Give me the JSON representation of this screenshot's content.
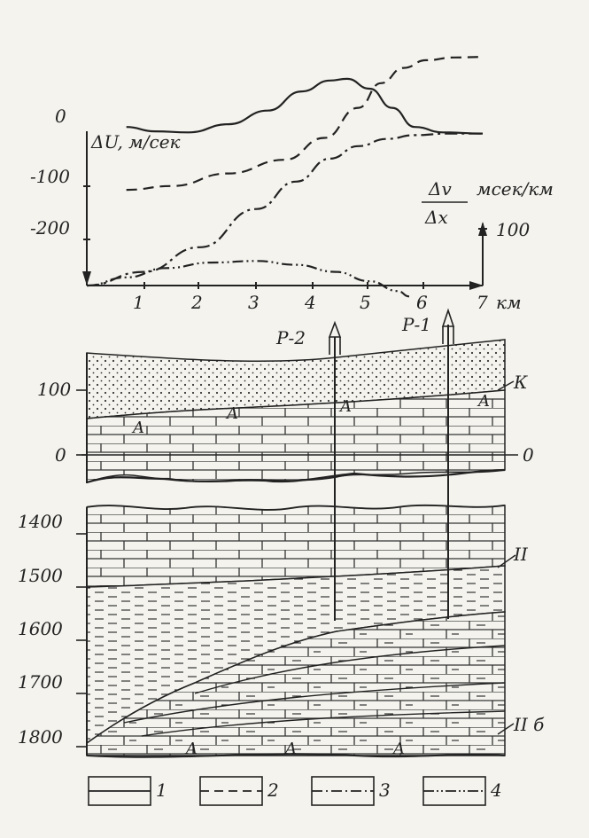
{
  "top_chart": {
    "ylabel": "ΔU, м/сек",
    "y_ticks": [
      "0",
      "-100",
      "-200"
    ],
    "x_ticks": [
      "1",
      "2",
      "3",
      "4",
      "5",
      "6",
      "7"
    ],
    "x_unit": "км",
    "right_axis_label_num": "Δv",
    "right_axis_label_den": "Δx",
    "right_axis_unit": "мсек/км",
    "right_axis_tick": "100"
  },
  "chart_data": {
    "type": "line",
    "xlabel": "км",
    "ylabel": "ΔU, м/сек",
    "xlim": [
      0,
      7
    ],
    "series": [
      {
        "name": "1",
        "x": [
          0.7,
          1.2,
          1.8,
          2.5,
          3.2,
          3.8,
          4.3,
          4.6,
          5.0,
          5.4,
          5.8,
          6.3,
          7.0
        ],
        "y": [
          -10,
          -18,
          -20,
          -5,
          20,
          55,
          75,
          78,
          60,
          25,
          -10,
          -20,
          -22
        ]
      },
      {
        "name": "2",
        "x": [
          0.7,
          1.5,
          2.5,
          3.5,
          4.2,
          4.8,
          5.2,
          5.6,
          6.0,
          6.5,
          7.0
        ],
        "y": [
          -125,
          -118,
          -95,
          -70,
          -30,
          25,
          70,
          98,
          112,
          117,
          118
        ]
      },
      {
        "name": "3",
        "x": [
          0,
          1.0,
          2.0,
          3.0,
          3.7,
          4.3,
          4.8,
          5.3,
          5.8,
          6.4,
          7.0
        ],
        "y": [
          -300,
          -275,
          -230,
          -160,
          -110,
          -68,
          -45,
          -32,
          -25,
          -22,
          -22
        ]
      },
      {
        "name": "4",
        "x": [
          0,
          0.7,
          1.4,
          2.2,
          3.0,
          3.7,
          4.4,
          5.0,
          5.5,
          5.7
        ],
        "y": [
          -300,
          -285,
          -268,
          -258,
          -255,
          -262,
          -275,
          -292,
          -310,
          -320
        ]
      }
    ]
  },
  "section": {
    "depth_ticks_upper": [
      "100",
      "0"
    ],
    "depth_ticks_lower": [
      "1400",
      "1500",
      "1600",
      "1700",
      "1800"
    ],
    "wells": [
      "Р-2",
      "Р-1"
    ],
    "horizons": [
      "К",
      "0",
      "II",
      "II б"
    ],
    "anhydrite_mark": "A"
  },
  "legend": {
    "items": [
      {
        "code": "1"
      },
      {
        "code": "2"
      },
      {
        "code": "3"
      },
      {
        "code": "4"
      }
    ]
  }
}
